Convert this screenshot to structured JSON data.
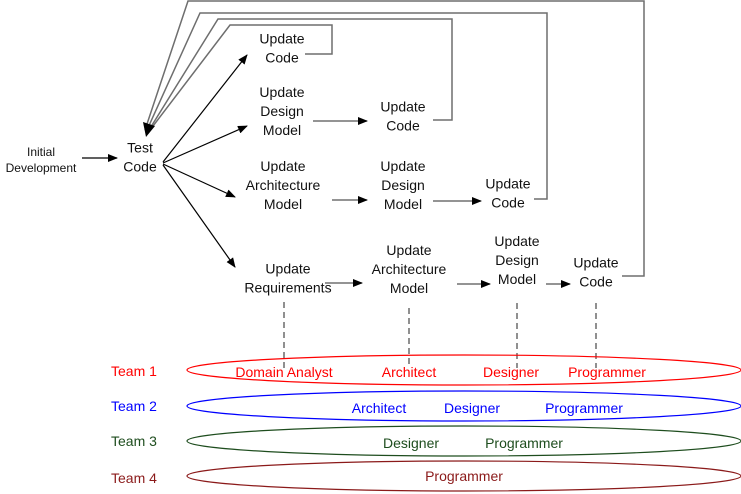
{
  "colors": {
    "line": "#000000",
    "loop": "#6e6e6e",
    "dashed": "#555555",
    "team1": "#ff0000",
    "team2": "#0000ff",
    "team3": "#1e4d1e",
    "team4": "#8b1a1a"
  },
  "nodes": {
    "initial": [
      "Initial",
      "Development"
    ],
    "test": [
      "Test",
      "Code"
    ],
    "r1_code": [
      "Update",
      "Code"
    ],
    "r2_design": [
      "Update",
      "Design",
      "Model"
    ],
    "r2_code": [
      "Update",
      "Code"
    ],
    "r3_arch": [
      "Update",
      "Architecture",
      "Model"
    ],
    "r3_design": [
      "Update",
      "Design",
      "Model"
    ],
    "r3_code": [
      "Update",
      "Code"
    ],
    "r4_req": [
      "Update",
      "Requirements"
    ],
    "r4_arch": [
      "Update",
      "Architecture",
      "Model"
    ],
    "r4_design": [
      "Update",
      "Design",
      "Model"
    ],
    "r4_code": [
      "Update",
      "Code"
    ]
  },
  "teams": [
    {
      "label": "Team 1",
      "roles": [
        "Domain Analyst",
        "Architect",
        "Designer",
        "Programmer"
      ]
    },
    {
      "label": "Team 2",
      "roles": [
        "Architect",
        "Designer",
        "Programmer"
      ]
    },
    {
      "label": "Team 3",
      "roles": [
        "Designer",
        "Programmer"
      ]
    },
    {
      "label": "Team 4",
      "roles": [
        "Programmer"
      ]
    }
  ]
}
